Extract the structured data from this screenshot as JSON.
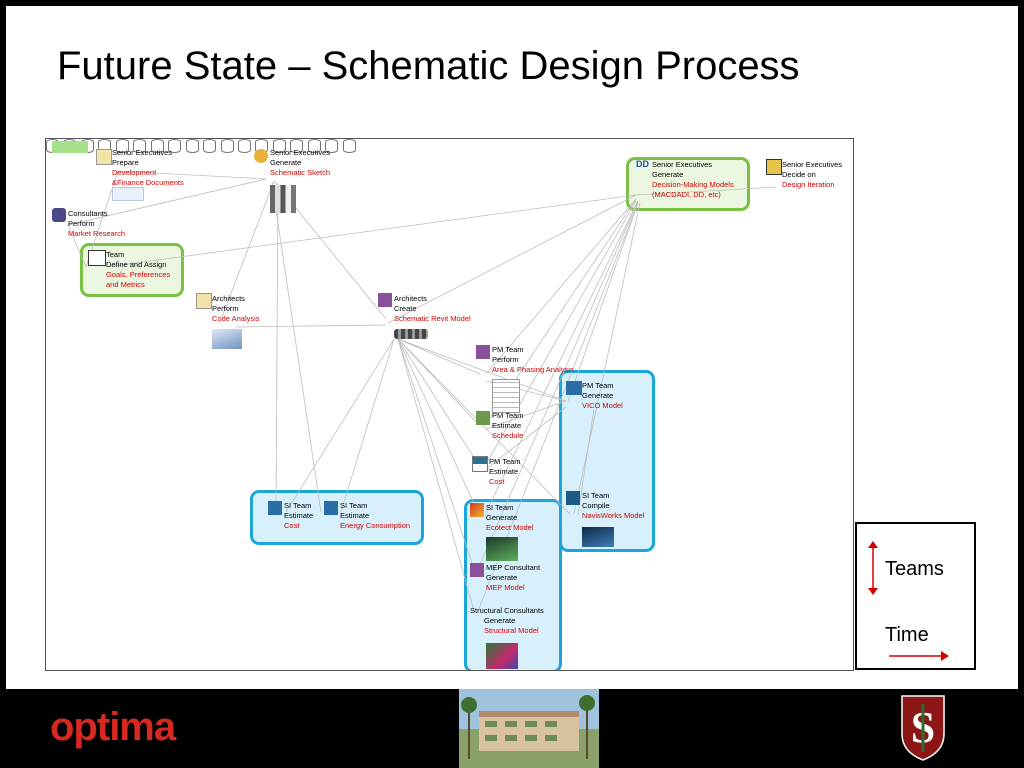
{
  "title": "Future State – Schematic Design Process",
  "nodes": {
    "se_prepare": {
      "role": "Senior Executives",
      "verb": "Prepare",
      "obj1": "Development",
      "obj2": "&Finance Documents"
    },
    "se_sketch": {
      "role": "Senior Executives",
      "verb": "Generate",
      "obj1": "Schematic Sketch"
    },
    "consultants": {
      "role": "Consultants",
      "verb": "Perform",
      "obj1": "Market Research"
    },
    "team_goals": {
      "role": "Team",
      "verb": "Define and Assign",
      "obj1": "Goals, Preferences",
      "obj2": "and Metrics"
    },
    "se_decision": {
      "role": "Senior Executives",
      "verb": "Generate",
      "obj1": "Decision-Making Models",
      "obj2": "(MACDADI, DD, etc)",
      "badge": "DD"
    },
    "se_decide": {
      "role": "Senior Executives",
      "verb": "Decide on",
      "obj1": "Design Iteration"
    },
    "arch_code": {
      "role": "Architects",
      "verb": "Perform",
      "obj1": "Code Analysis"
    },
    "arch_revit": {
      "role": "Architects",
      "verb": "Create",
      "obj1": "Schematic Revit Model"
    },
    "pm_area": {
      "role": "PM Team",
      "verb": "Perform",
      "obj1": "Area & Phasing Analysis"
    },
    "pm_vico": {
      "role": "PM Team",
      "verb": "Generate",
      "obj1": "VICO Model"
    },
    "pm_schedule": {
      "role": "PM Team",
      "verb": "Estimate",
      "obj1": "Schedule"
    },
    "pm_cost": {
      "role": "PM Team",
      "verb": "Estimate",
      "obj1": "Cost"
    },
    "si_compile": {
      "role": "SI Team",
      "verb": "Compile",
      "obj1": "NavisWorks Model"
    },
    "si_cost": {
      "role": "SI Team",
      "verb": "Estimate",
      "obj1": "Cost"
    },
    "si_energy": {
      "role": "SI Team",
      "verb": "Estimate",
      "obj1": "Energy Consumption"
    },
    "si_ecotect": {
      "role": "SI Team",
      "verb": "Generate",
      "obj1": "Ecotect Model"
    },
    "mep": {
      "role": "MEP Consultant",
      "verb": "Generate",
      "obj1": "MEP Model"
    },
    "structural": {
      "role": "Structural Consultants",
      "verb": "Generate",
      "obj1": "Structural Model"
    }
  },
  "legend": {
    "teams": "Teams",
    "time": "Time"
  },
  "footer": {
    "logo_text": "optima"
  },
  "colors": {
    "accent_red": "#d40000",
    "group_green": "#7ac143",
    "group_blue": "#1aa6d8"
  }
}
